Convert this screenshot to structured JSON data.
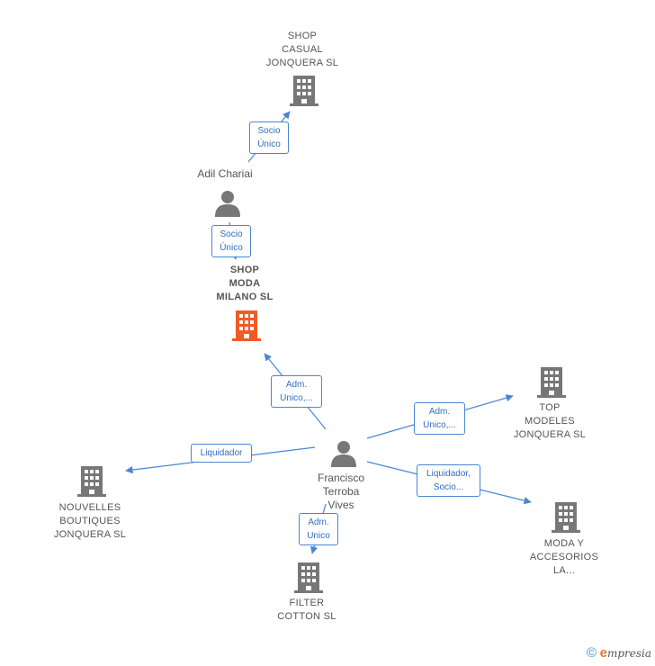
{
  "nodes": {
    "shop_casual": {
      "label": "SHOP\nCASUAL\nJONQUERA  SL",
      "type": "company"
    },
    "adil": {
      "label": "Adil Chariai",
      "type": "person"
    },
    "shop_moda": {
      "label": "SHOP\nMODA\nMILANO  SL",
      "type": "company-focus"
    },
    "francisco": {
      "label": "Francisco\nTerroba\nVives",
      "type": "person"
    },
    "top_modeles": {
      "label": "TOP\nMODELES\nJONQUERA  SL",
      "type": "company"
    },
    "moda_accesorios": {
      "label": "MODA Y\nACCESORIOS\nLA...",
      "type": "company"
    },
    "nouvelles": {
      "label": "NOUVELLES\nBOUTIQUES\nJONQUERA SL",
      "type": "company"
    },
    "filter_cotton": {
      "label": "FILTER\nCOTTON  SL",
      "type": "company"
    }
  },
  "edges": {
    "adil_casual": "Socio\nÚnico",
    "adil_moda": "Socio\nÚnico",
    "francisco_moda": "Adm.\nUnico,...",
    "francisco_top": "Adm.\nUnico,...",
    "francisco_nouvelles": "Liquidador",
    "francisco_moda_acc": "Liquidador,\nSocio...",
    "francisco_filter": "Adm.\nUnico"
  },
  "colors": {
    "company_icon": "#777777",
    "focus_icon": "#f05a28",
    "person_icon": "#777777",
    "edge": "#4a86d4"
  },
  "footer": {
    "copyright": "©",
    "brand_initial": "e",
    "brand_rest": "mpresia"
  }
}
